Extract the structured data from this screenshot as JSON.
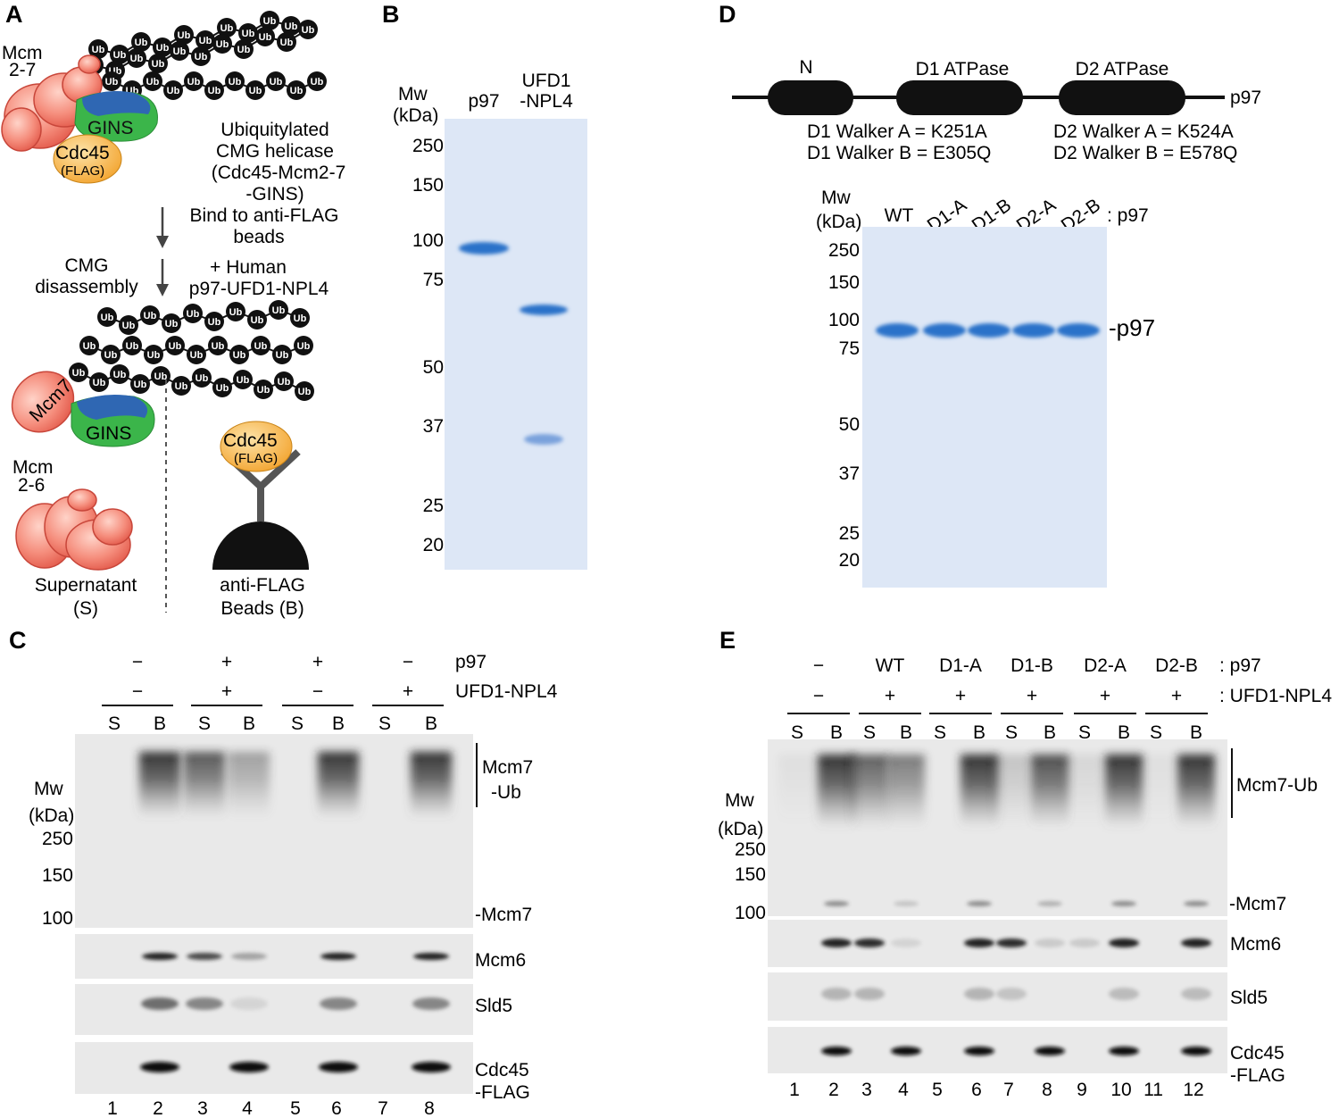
{
  "panels": {
    "A": {
      "letter": "A",
      "mcm27": [
        "Mcm",
        "2-7"
      ],
      "gins": "GINS",
      "cdc45": "Cdc45",
      "flag": "(FLAG)",
      "ubiq_text": [
        "Ubiquitylated",
        "CMG helicase",
        "(Cdc45-Mcm2-7",
        "-GINS)"
      ],
      "bind_text": [
        "Bind to anti-FLAG",
        "beads"
      ],
      "cmg_text": [
        "CMG",
        "disassembly"
      ],
      "human_text": [
        "+ Human",
        "p97-UFD1-NPL4"
      ],
      "mcm7": "Mcm7",
      "mcm26": [
        "Mcm",
        "2-6"
      ],
      "supernatant": [
        "Supernatant",
        "(S)"
      ],
      "beads": [
        "anti-FLAG",
        "Beads (B)"
      ],
      "ub_label": "Ub"
    },
    "B": {
      "letter": "B",
      "mw": [
        "Mw",
        "(kDa)"
      ],
      "lanes": [
        "p97",
        "UFD1",
        "-NPL4"
      ],
      "markers": [
        "250",
        "150",
        "100",
        "75",
        "50",
        "37",
        "25",
        "20"
      ]
    },
    "C": {
      "letter": "C",
      "p97_row": [
        "−",
        "+",
        "+",
        "−"
      ],
      "ufd_row": [
        "−",
        "+",
        "−",
        "+"
      ],
      "p97_label": "p97",
      "ufd_label": "UFD1-NPL4",
      "sb": [
        "S",
        "B",
        "S",
        "B",
        "S",
        "B",
        "S",
        "B"
      ],
      "mw": [
        "Mw",
        "(kDa)"
      ],
      "markers": [
        "250",
        "150",
        "100"
      ],
      "right": [
        "Mcm7",
        "-Ub",
        "-Mcm7",
        "Mcm6",
        "Sld5",
        "Cdc45",
        "-FLAG"
      ],
      "lane_numbers": [
        "1",
        "2",
        "3",
        "4",
        "5",
        "6",
        "7",
        "8"
      ]
    },
    "D": {
      "letter": "D",
      "domains": [
        "N",
        "D1 ATPase",
        "D2 ATPase"
      ],
      "p97": "p97",
      "walker": [
        "D1 Walker A = K251A",
        "D1 Walker B = E305Q",
        "D2 Walker A = K524A",
        "D2 Walker B = E578Q"
      ],
      "mw": [
        "Mw",
        "(kDa)"
      ],
      "lanes": [
        "WT",
        "D1-A",
        "D1-B",
        "D2-A",
        "D2-B"
      ],
      "lane_suffix": ": p97",
      "markers": [
        "250",
        "150",
        "100",
        "75",
        "50",
        "37",
        "25",
        "20"
      ],
      "band_label": "-p97"
    },
    "E": {
      "letter": "E",
      "p97_row": [
        "−",
        "WT",
        "D1-A",
        "D1-B",
        "D2-A",
        "D2-B"
      ],
      "p97_suffix": ": p97",
      "ufd_row": [
        "−",
        "+",
        "+",
        "+",
        "+",
        "+"
      ],
      "ufd_suffix": ": UFD1-NPL4",
      "sb": [
        "S",
        "B",
        "S",
        "B",
        "S",
        "B",
        "S",
        "B",
        "S",
        "B",
        "S",
        "B"
      ],
      "mw": [
        "Mw",
        "(kDa)"
      ],
      "markers": [
        "250",
        "150",
        "100"
      ],
      "right": [
        "Mcm7-Ub",
        "-Mcm7",
        "Mcm6",
        "Sld5",
        "Cdc45",
        "-FLAG"
      ],
      "lane_numbers": [
        "1",
        "2",
        "3",
        "4",
        "5",
        "6",
        "7",
        "8",
        "9",
        "10",
        "11",
        "12"
      ]
    }
  },
  "colors": {
    "gel_blue": "#dde7f6",
    "band_blue": "#2c72c9",
    "blot_bg": "#e9e9e9",
    "mcm_red": "#f0766a",
    "gins_green": "#3bb54a",
    "gins_blue": "#2f67b3",
    "cdc45_orange": "#f7b748"
  }
}
